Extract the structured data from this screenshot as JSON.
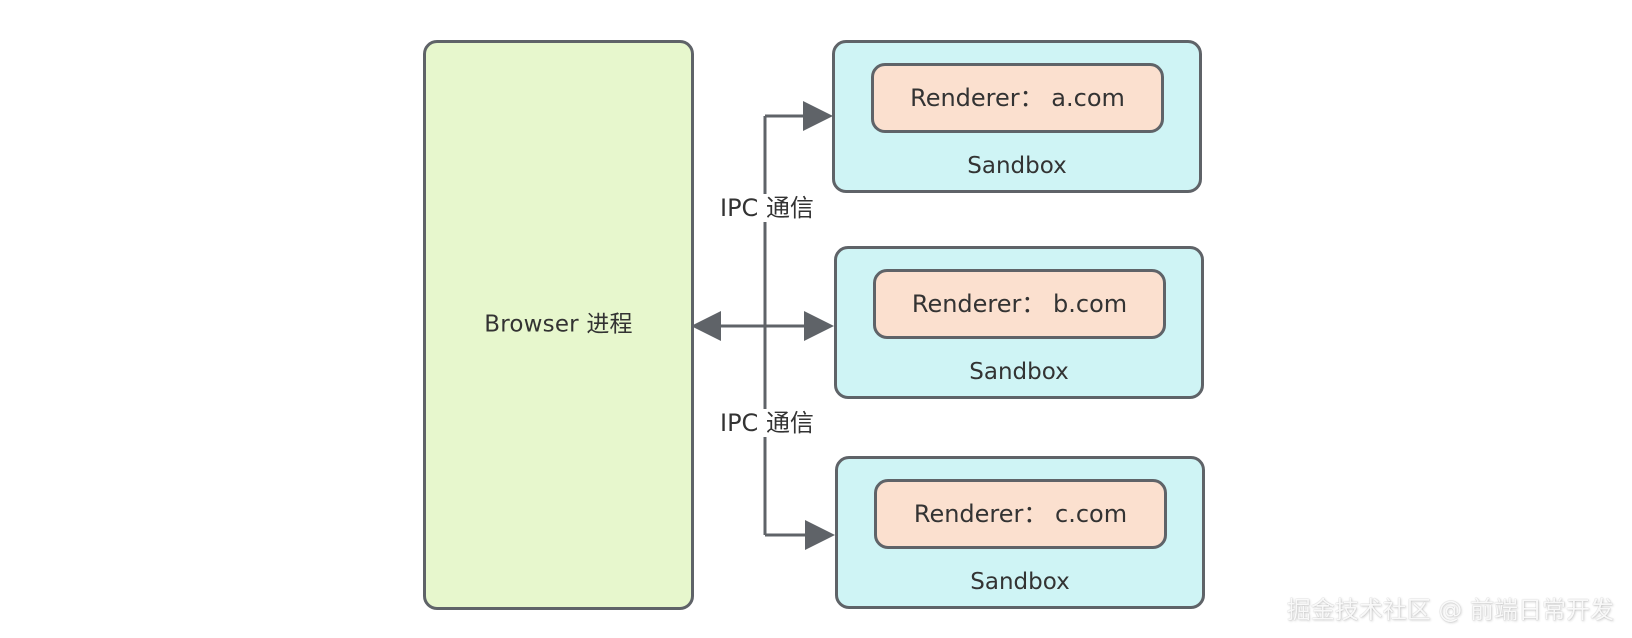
{
  "diagram": {
    "browser_process": {
      "label": "Browser 进程"
    },
    "ipc_labels": [
      "IPC 通信",
      "IPC 通信"
    ],
    "sandboxes": [
      {
        "renderer": "Renderer： a.com",
        "label": "Sandbox"
      },
      {
        "renderer": "Renderer： b.com",
        "label": "Sandbox"
      },
      {
        "renderer": "Renderer： c.com",
        "label": "Sandbox"
      }
    ],
    "watermark": "掘金技术社区 @ 前端日常开发"
  }
}
